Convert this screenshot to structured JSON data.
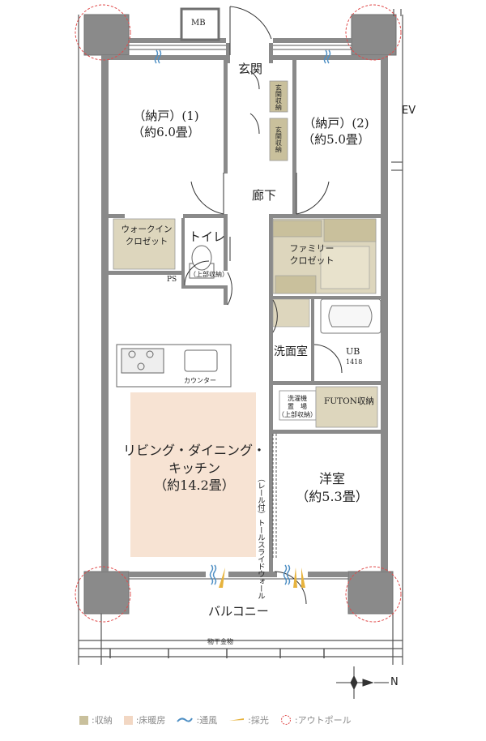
{
  "rooms": {
    "nando1": {
      "name": "（納戸）(1)",
      "size": "（約6.0畳）"
    },
    "nando2": {
      "name": "（納戸）(2)",
      "size": "（約5.0畳）"
    },
    "entrance": "玄関",
    "hallway": "廊下",
    "ev": "EV",
    "mb": "MB",
    "walkin": {
      "line1": "ウォークイン",
      "line2": "クロゼット"
    },
    "toilet": "トイレ",
    "toilet_storage": "（上部収納）",
    "ps": "PS",
    "family_closet": {
      "line1": "ファミリー",
      "line2": "クロゼット"
    },
    "washroom": "洗面室",
    "ub": "UB",
    "ub_size": "1418",
    "washer": {
      "line1": "洗濯機",
      "line2": "置　場",
      "line3": "（上部収納）"
    },
    "futon": "FUTON収納",
    "counter": "カウンター",
    "ldk": {
      "line1": "リビング・ダイニング・",
      "line2": "キッチン",
      "line3": "（約14.2畳）"
    },
    "western": {
      "name": "洋室",
      "size": "（約5.3畳）"
    },
    "balcony": "バルコニー",
    "drying": "物干金物",
    "sliding_wall": {
      "line1": "トールスライドウォール",
      "line2": "（レール付）"
    },
    "entrance_storage1": "玄関収納",
    "entrance_storage2": "玄関収納"
  },
  "compass": {
    "label": "N"
  },
  "legend": [
    {
      "label": ":収納",
      "color": "#c9c09c",
      "kind": "square"
    },
    {
      "label": ":床暖房",
      "color": "#f2d7c3",
      "kind": "square"
    },
    {
      "label": ":通風",
      "color": "#4e8fc4",
      "kind": "wave"
    },
    {
      "label": ":採光",
      "color": "#e7b33d",
      "kind": "ray"
    },
    {
      "label": ":アウトポール",
      "color": "#e04a4a",
      "kind": "circle"
    }
  ],
  "colors": {
    "wall": "#8a8a8a",
    "wall_dark": "#6f6f6f",
    "storage": "#ddd6bd",
    "storage_dark": "#c9c09c",
    "floor_heating": "#f7e3d3",
    "outpole": "#e04a4a",
    "ventilation": "#4e8fc4",
    "light": "#e7b33d"
  }
}
